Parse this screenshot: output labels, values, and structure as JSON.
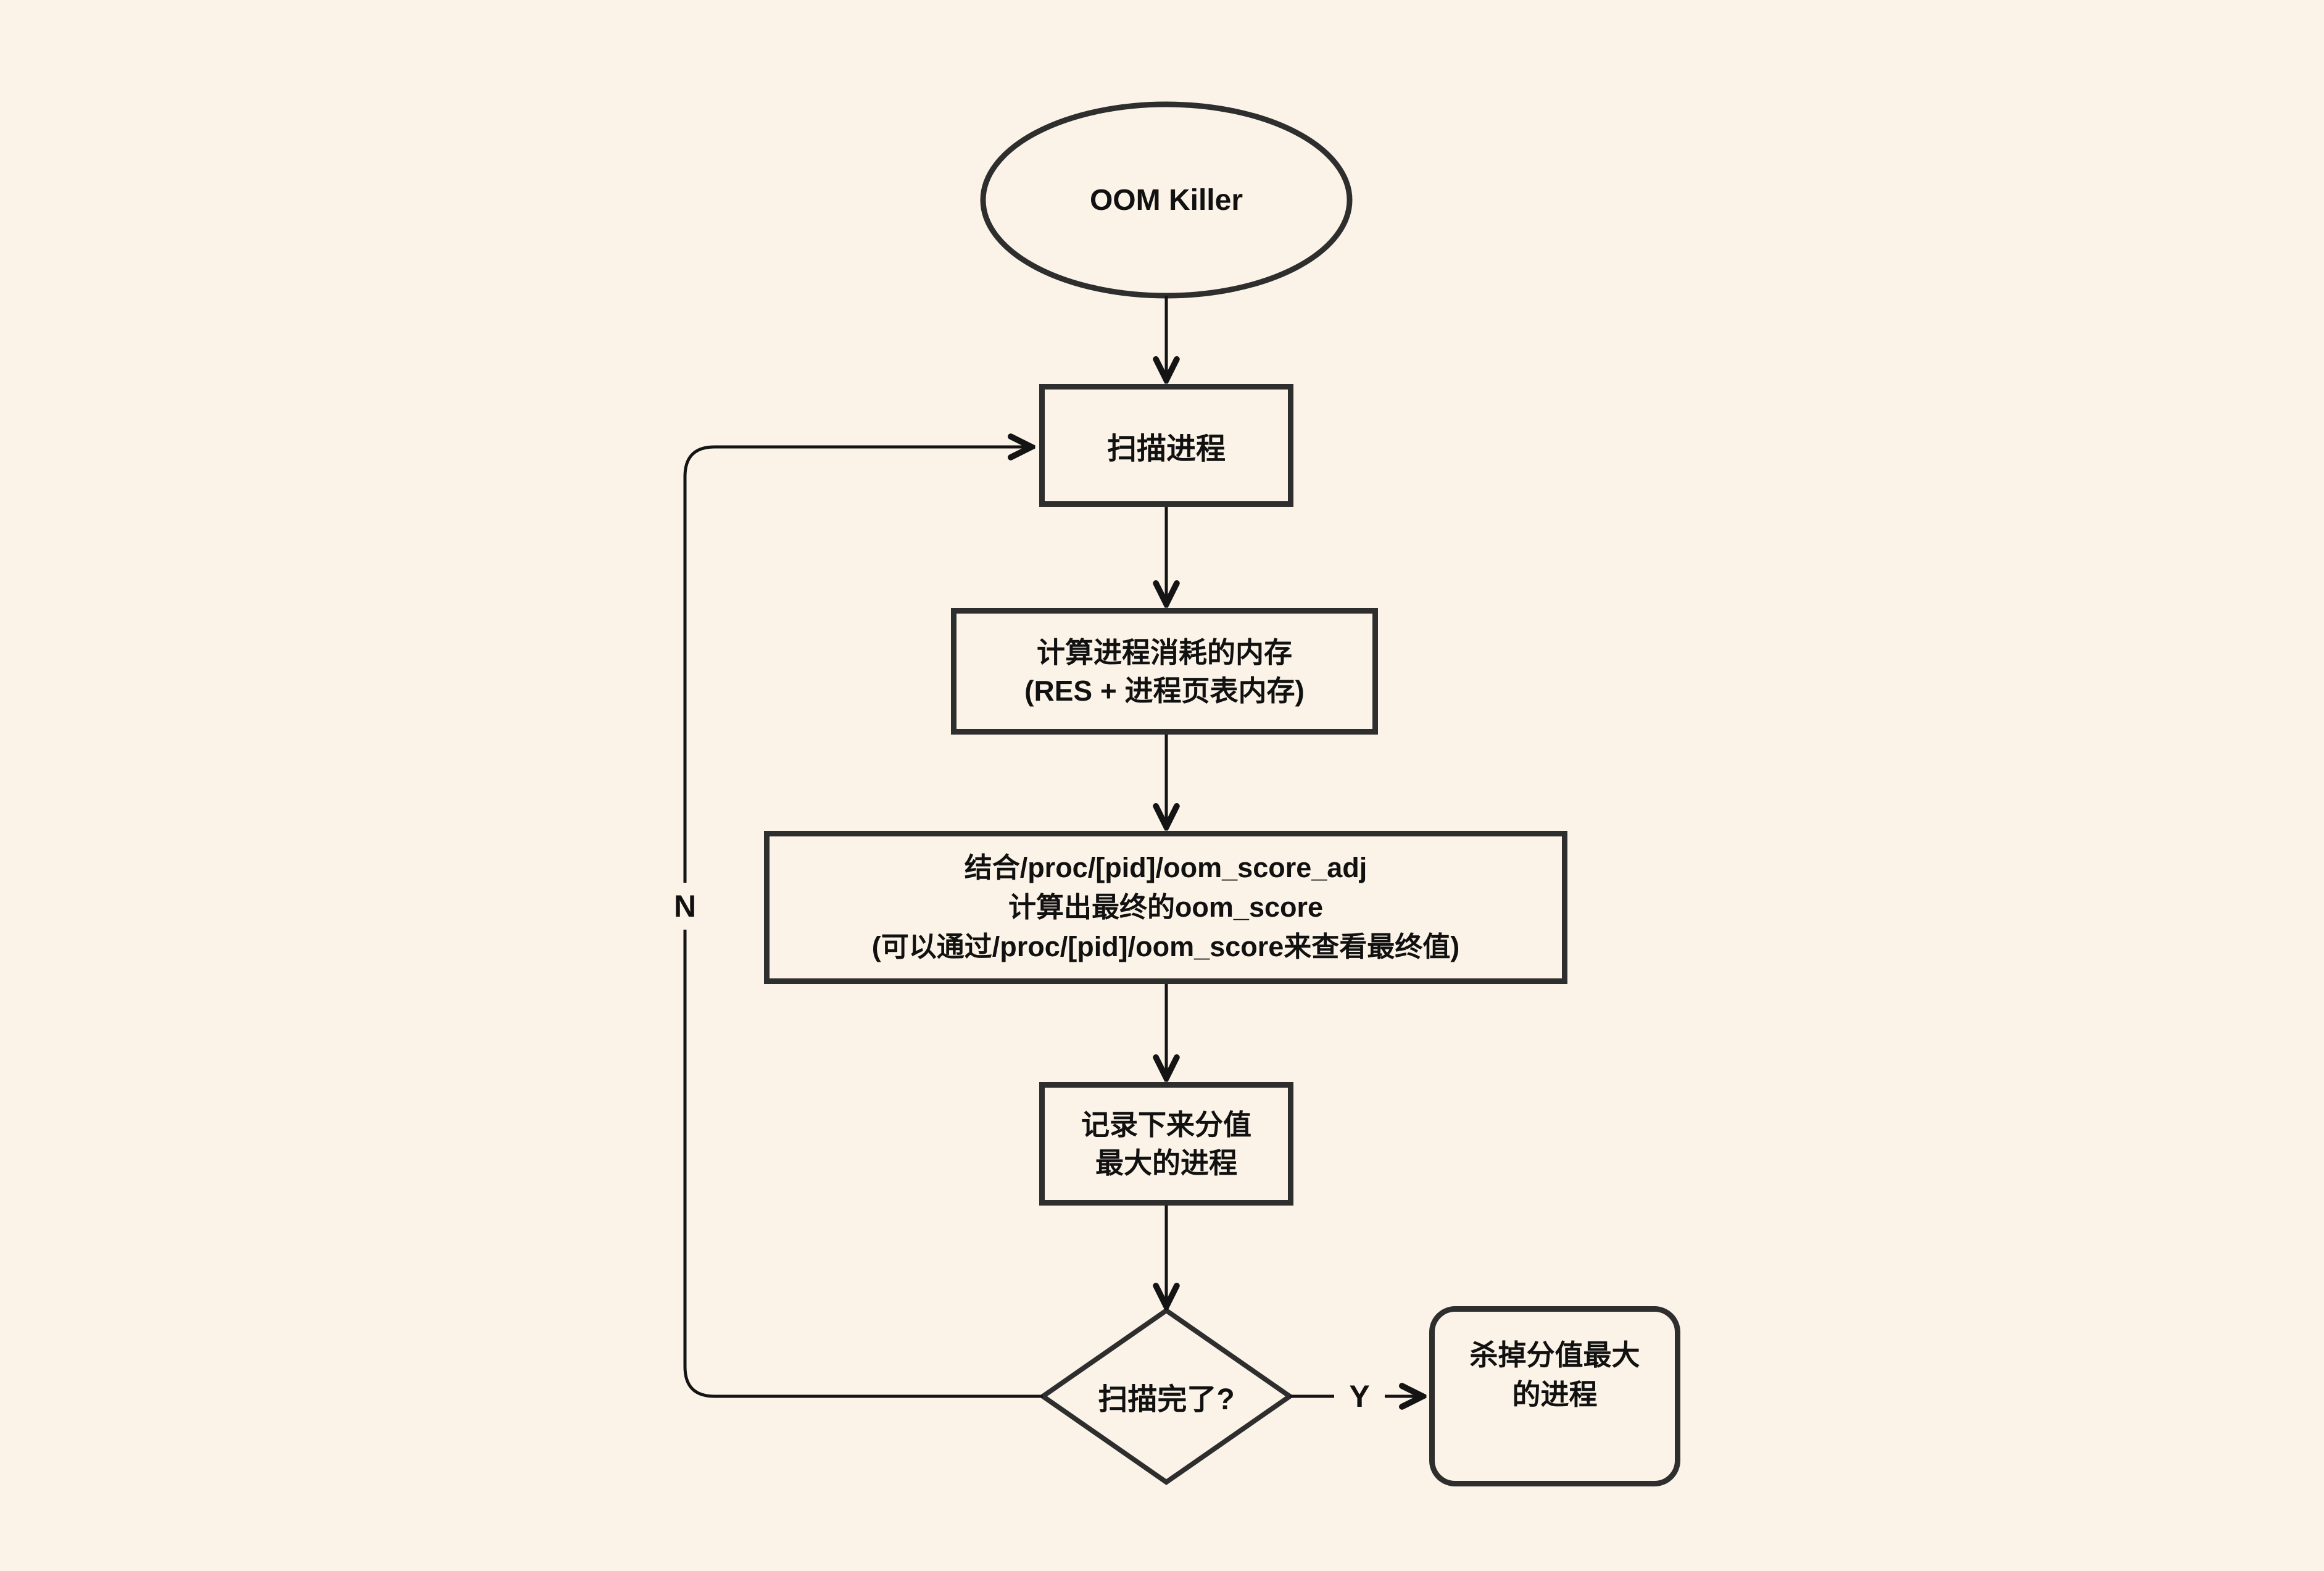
{
  "diagram": {
    "title": "OOM Killer flowchart",
    "background_color": "#FBF3E7",
    "node_border_color": "#2E2E2E",
    "connector_color": "#141414",
    "text_color": "#111111"
  },
  "nodes": {
    "start": {
      "shape": "ellipse",
      "label": "OOM Killer"
    },
    "scan": {
      "shape": "rect",
      "label": "扫描进程"
    },
    "calc_memory": {
      "shape": "rect",
      "lines": [
        "计算进程消耗的内存",
        "(RES + 进程页表内存)"
      ]
    },
    "calc_score": {
      "shape": "rect",
      "lines": [
        "结合/proc/[pid]/oom_score_adj",
        "计算出最终的oom_score",
        "(可以通过/proc/[pid]/oom_score来查看最终值)"
      ]
    },
    "record_max": {
      "shape": "rect",
      "lines": [
        "记录下来分值",
        "最大的进程"
      ]
    },
    "scan_done": {
      "shape": "diamond",
      "label": "扫描完了?"
    },
    "kill_max": {
      "shape": "rounded-rect",
      "lines": [
        "杀掉分值最大",
        "的进程"
      ]
    }
  },
  "edges": {
    "yes_label": "Y",
    "no_label": "N"
  }
}
